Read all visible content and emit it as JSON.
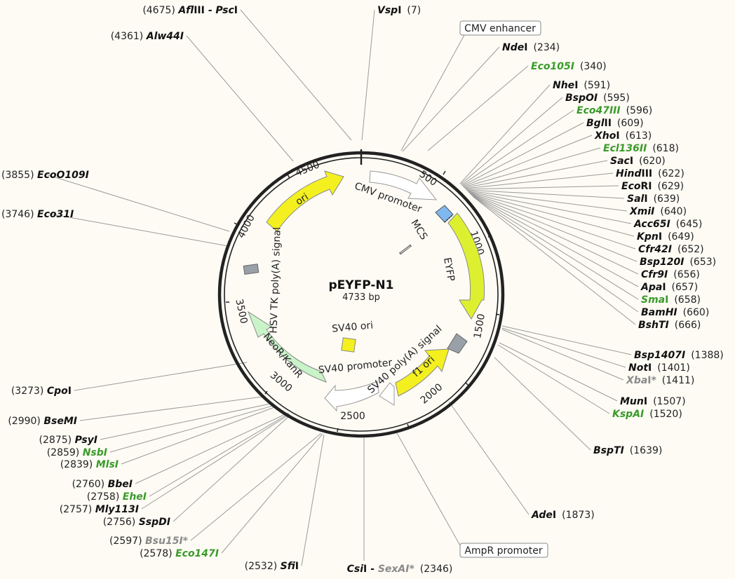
{
  "plasmid": {
    "name": "pEYFP-N1",
    "size_label": "4733 bp",
    "total_bp": 4733
  },
  "colors": {
    "green": "#3a9a2a",
    "gray": "#8a8a8a",
    "black": "#111111"
  },
  "ticks": [
    "500",
    "1000",
    "1500",
    "2000",
    "2500",
    "3000",
    "3500",
    "4000",
    "4500"
  ],
  "features": [
    {
      "name": "CMV promoter",
      "fill": "#ffffff"
    },
    {
      "name": "MCS",
      "fill": "#7fb8f0"
    },
    {
      "name": "EYFP",
      "fill": "#ddf030"
    },
    {
      "name": "SV40 poly(A) signal",
      "fill": "#9aa0a8"
    },
    {
      "name": "f1 ori",
      "fill": "#f4f020"
    },
    {
      "name": "SV40 promoter",
      "fill": "#ffffff"
    },
    {
      "name": "SV40 ori",
      "fill": "#f4f020"
    },
    {
      "name": "NeoR/KanR",
      "fill": "#c9f4c9"
    },
    {
      "name": "HSV TK poly(A) signal",
      "fill": "#9aa0a8"
    },
    {
      "name": "ori",
      "fill": "#f4f020"
    }
  ],
  "boxed_labels": [
    "CMV enhancer",
    "AmpR promoter"
  ],
  "sites": [
    {
      "pos": "(7)",
      "parts": [
        {
          "t": "Vsp",
          "s": "e",
          "c": "black"
        },
        {
          "t": "I",
          "c": "black"
        }
      ]
    },
    {
      "pos": "(234)",
      "parts": [
        {
          "t": "Nde",
          "s": "e",
          "c": "black"
        },
        {
          "t": "I",
          "c": "black"
        }
      ]
    },
    {
      "pos": "(340)",
      "parts": [
        {
          "t": "Eco105I",
          "s": "e",
          "c": "green"
        }
      ]
    },
    {
      "pos": "(591)",
      "parts": [
        {
          "t": "Nhe",
          "s": "e",
          "c": "black"
        },
        {
          "t": "I",
          "c": "black"
        }
      ]
    },
    {
      "pos": "(595)",
      "parts": [
        {
          "t": "BspOI",
          "s": "e",
          "c": "black"
        }
      ]
    },
    {
      "pos": "(596)",
      "parts": [
        {
          "t": "Eco47III",
          "s": "e",
          "c": "green"
        }
      ]
    },
    {
      "pos": "(609)",
      "parts": [
        {
          "t": "Bgl",
          "s": "e",
          "c": "black"
        },
        {
          "t": "II",
          "c": "black"
        }
      ]
    },
    {
      "pos": "(613)",
      "parts": [
        {
          "t": "Xho",
          "s": "e",
          "c": "black"
        },
        {
          "t": "I",
          "c": "black"
        }
      ]
    },
    {
      "pos": "(618)",
      "parts": [
        {
          "t": "Ecl136II",
          "s": "e",
          "c": "green"
        }
      ]
    },
    {
      "pos": "(620)",
      "parts": [
        {
          "t": "Sac",
          "s": "e",
          "c": "black"
        },
        {
          "t": "I",
          "c": "black"
        }
      ]
    },
    {
      "pos": "(622)",
      "parts": [
        {
          "t": "Hind",
          "s": "e",
          "c": "black"
        },
        {
          "t": "III",
          "c": "black"
        }
      ]
    },
    {
      "pos": "(629)",
      "parts": [
        {
          "t": "Eco",
          "s": "e",
          "c": "black"
        },
        {
          "t": "RI",
          "c": "black"
        }
      ]
    },
    {
      "pos": "(639)",
      "parts": [
        {
          "t": "Sal",
          "s": "e",
          "c": "black"
        },
        {
          "t": "I",
          "c": "black"
        }
      ]
    },
    {
      "pos": "(640)",
      "parts": [
        {
          "t": "XmiI",
          "s": "e",
          "c": "black"
        }
      ]
    },
    {
      "pos": "(645)",
      "parts": [
        {
          "t": "Acc65I",
          "s": "e",
          "c": "black"
        }
      ]
    },
    {
      "pos": "(649)",
      "parts": [
        {
          "t": "Kpn",
          "s": "e",
          "c": "black"
        },
        {
          "t": "I",
          "c": "black"
        }
      ]
    },
    {
      "pos": "(652)",
      "parts": [
        {
          "t": "Cfr42I",
          "s": "e",
          "c": "black"
        }
      ]
    },
    {
      "pos": "(653)",
      "parts": [
        {
          "t": "Bsp120I",
          "s": "e",
          "c": "black"
        }
      ]
    },
    {
      "pos": "(656)",
      "parts": [
        {
          "t": "Cfr9I",
          "s": "e",
          "c": "black"
        }
      ]
    },
    {
      "pos": "(657)",
      "parts": [
        {
          "t": "Apa",
          "s": "e",
          "c": "black"
        },
        {
          "t": "I",
          "c": "black"
        }
      ]
    },
    {
      "pos": "(658)",
      "parts": [
        {
          "t": "Sma",
          "s": "e",
          "c": "green"
        },
        {
          "t": "I",
          "c": "green"
        }
      ]
    },
    {
      "pos": "(660)",
      "parts": [
        {
          "t": "BamHI",
          "s": "e",
          "c": "black"
        }
      ]
    },
    {
      "pos": "(666)",
      "parts": [
        {
          "t": "BshTI",
          "s": "e",
          "c": "black"
        }
      ]
    },
    {
      "pos": "(1388)",
      "parts": [
        {
          "t": "Bsp1407I",
          "s": "e",
          "c": "black"
        }
      ]
    },
    {
      "pos": "(1401)",
      "parts": [
        {
          "t": "Not",
          "s": "e",
          "c": "black"
        },
        {
          "t": "I",
          "c": "black"
        }
      ]
    },
    {
      "pos": "(1411)",
      "parts": [
        {
          "t": "Xba",
          "s": "e",
          "c": "gray"
        },
        {
          "t": "I*",
          "c": "gray"
        }
      ]
    },
    {
      "pos": "(1507)",
      "parts": [
        {
          "t": "Mun",
          "s": "e",
          "c": "black"
        },
        {
          "t": "I",
          "c": "black"
        }
      ]
    },
    {
      "pos": "(1520)",
      "parts": [
        {
          "t": "KspAI",
          "s": "e",
          "c": "green"
        }
      ]
    },
    {
      "pos": "(1639)",
      "parts": [
        {
          "t": "BspTI",
          "s": "e",
          "c": "black"
        }
      ]
    },
    {
      "pos": "(1873)",
      "parts": [
        {
          "t": "Ade",
          "s": "e",
          "c": "black"
        },
        {
          "t": "I",
          "c": "black"
        }
      ]
    },
    {
      "pos": "(2346)",
      "parts": [
        {
          "t": "Csi",
          "s": "e",
          "c": "black"
        },
        {
          "t": "I",
          "c": "black"
        },
        {
          "t": " - ",
          "c": "black"
        },
        {
          "t": "SexAI*",
          "s": "e",
          "c": "gray"
        }
      ]
    },
    {
      "pos": "(2532)",
      "parts": [
        {
          "t": "Sfi",
          "s": "e",
          "c": "black"
        },
        {
          "t": "I",
          "c": "black"
        }
      ]
    },
    {
      "pos": "(2578)",
      "parts": [
        {
          "t": "Eco147I",
          "s": "e",
          "c": "green"
        }
      ]
    },
    {
      "pos": "(2597)",
      "parts": [
        {
          "t": "Bsu15I*",
          "s": "e",
          "c": "gray"
        }
      ]
    },
    {
      "pos": "(2756)",
      "parts": [
        {
          "t": "SspDI",
          "s": "e",
          "c": "black"
        }
      ]
    },
    {
      "pos": "(2757)",
      "parts": [
        {
          "t": "Mly113I",
          "s": "e",
          "c": "black"
        }
      ]
    },
    {
      "pos": "(2758)",
      "parts": [
        {
          "t": "EheI",
          "s": "e",
          "c": "green"
        }
      ]
    },
    {
      "pos": "(2760)",
      "parts": [
        {
          "t": "BbeI",
          "s": "e",
          "c": "black"
        }
      ]
    },
    {
      "pos": "(2839)",
      "parts": [
        {
          "t": "MlsI",
          "s": "e",
          "c": "green"
        }
      ]
    },
    {
      "pos": "(2859)",
      "parts": [
        {
          "t": "NsbI",
          "s": "e",
          "c": "green"
        }
      ]
    },
    {
      "pos": "(2875)",
      "parts": [
        {
          "t": "PsyI",
          "s": "e",
          "c": "black"
        }
      ]
    },
    {
      "pos": "(2990)",
      "parts": [
        {
          "t": "BseMI",
          "s": "e",
          "c": "black"
        }
      ]
    },
    {
      "pos": "(3273)",
      "parts": [
        {
          "t": "Cpo",
          "s": "e",
          "c": "black"
        },
        {
          "t": "I",
          "c": "black"
        }
      ]
    },
    {
      "pos": "(3746)",
      "parts": [
        {
          "t": "Eco31I",
          "s": "e",
          "c": "black"
        }
      ]
    },
    {
      "pos": "(3855)",
      "parts": [
        {
          "t": "EcoO109I",
          "s": "e",
          "c": "black"
        }
      ]
    },
    {
      "pos": "(4361)",
      "parts": [
        {
          "t": "Alw44I",
          "s": "e",
          "c": "black"
        }
      ]
    },
    {
      "pos": "(4675)",
      "parts": [
        {
          "t": "Afl",
          "s": "e",
          "c": "black"
        },
        {
          "t": "III - ",
          "c": "black"
        },
        {
          "t": "Psc",
          "s": "e",
          "c": "black"
        },
        {
          "t": "I",
          "c": "black"
        }
      ]
    }
  ]
}
